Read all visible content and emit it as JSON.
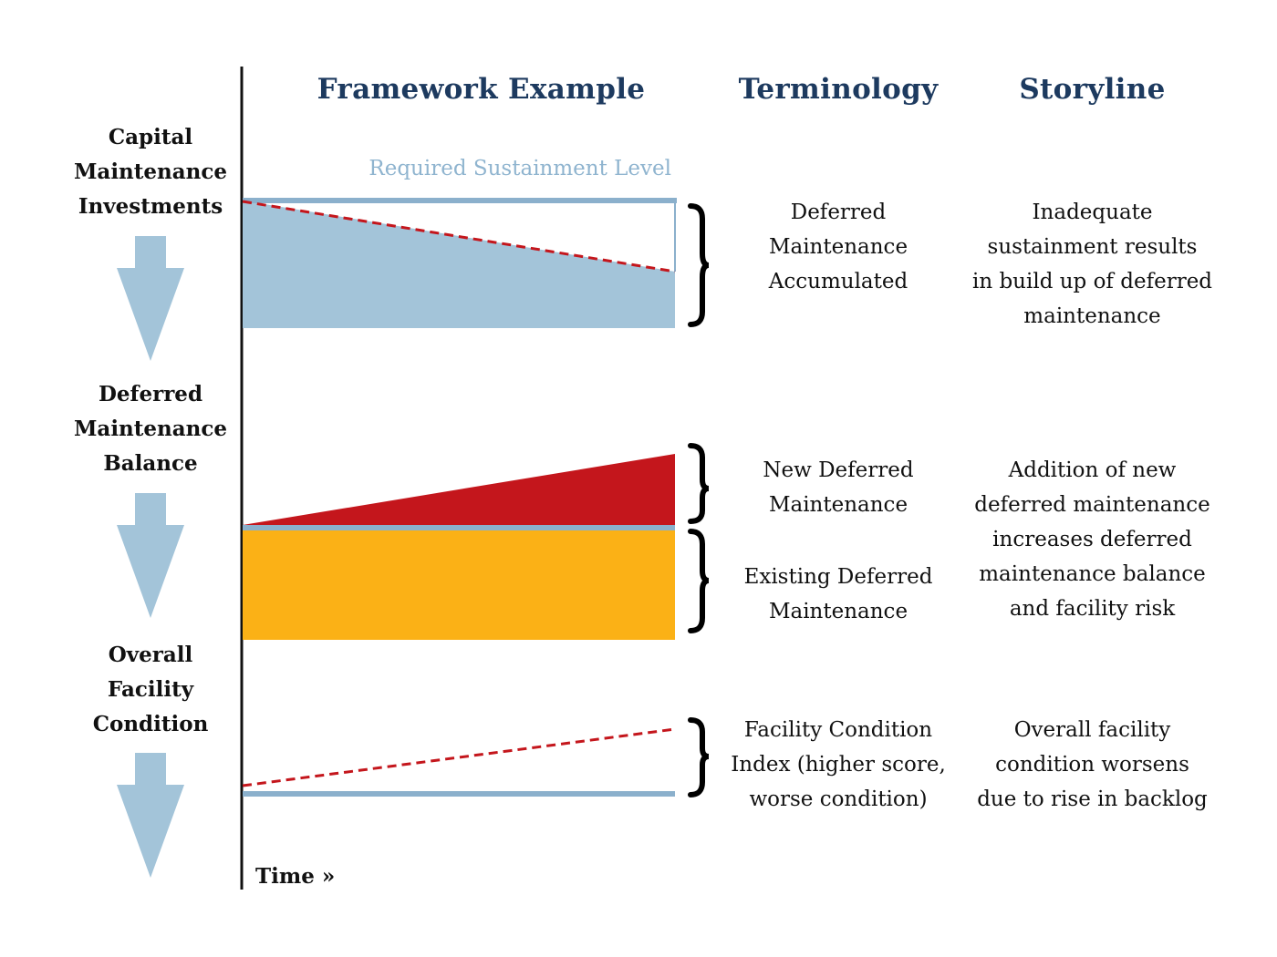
{
  "headers": {
    "framework": "Framework Example",
    "terminology": "Terminology",
    "storyline": "Storyline"
  },
  "stages": {
    "capital": [
      "Capital",
      "Maintenance",
      "Investments"
    ],
    "deferred": [
      "Deferred",
      "Maintenance",
      "Balance"
    ],
    "overall": [
      "Overall",
      "Facility",
      "Condition"
    ]
  },
  "required_level_label": "Required Sustainment Level",
  "time_label": "Time »",
  "terminology": {
    "accumulated": [
      "Deferred",
      "Maintenance",
      "Accumulated"
    ],
    "new": [
      "New Deferred",
      "Maintenance"
    ],
    "existing": [
      "Existing Deferred",
      "Maintenance"
    ],
    "fci": [
      "Facility Condition",
      "Index (higher score,",
      "worse condition)"
    ]
  },
  "storyline": {
    "inadequate": [
      "Inadequate",
      "sustainment results",
      "in build up of deferred",
      "maintenance"
    ],
    "addition": [
      "Addition of new",
      "deferred maintenance",
      "increases deferred",
      "maintenance balance",
      "and facility risk"
    ],
    "worsens": [
      "Overall facility",
      "condition worsens",
      "due to rise in backlog"
    ]
  },
  "colors": {
    "header": "#1d3a5f",
    "steel_blue": "#a3c4d9",
    "line_blue": "#8bb0cc",
    "red": "#c4161c",
    "dashed_red": "#c4161c",
    "orange": "#fbb116",
    "black": "#111111"
  }
}
